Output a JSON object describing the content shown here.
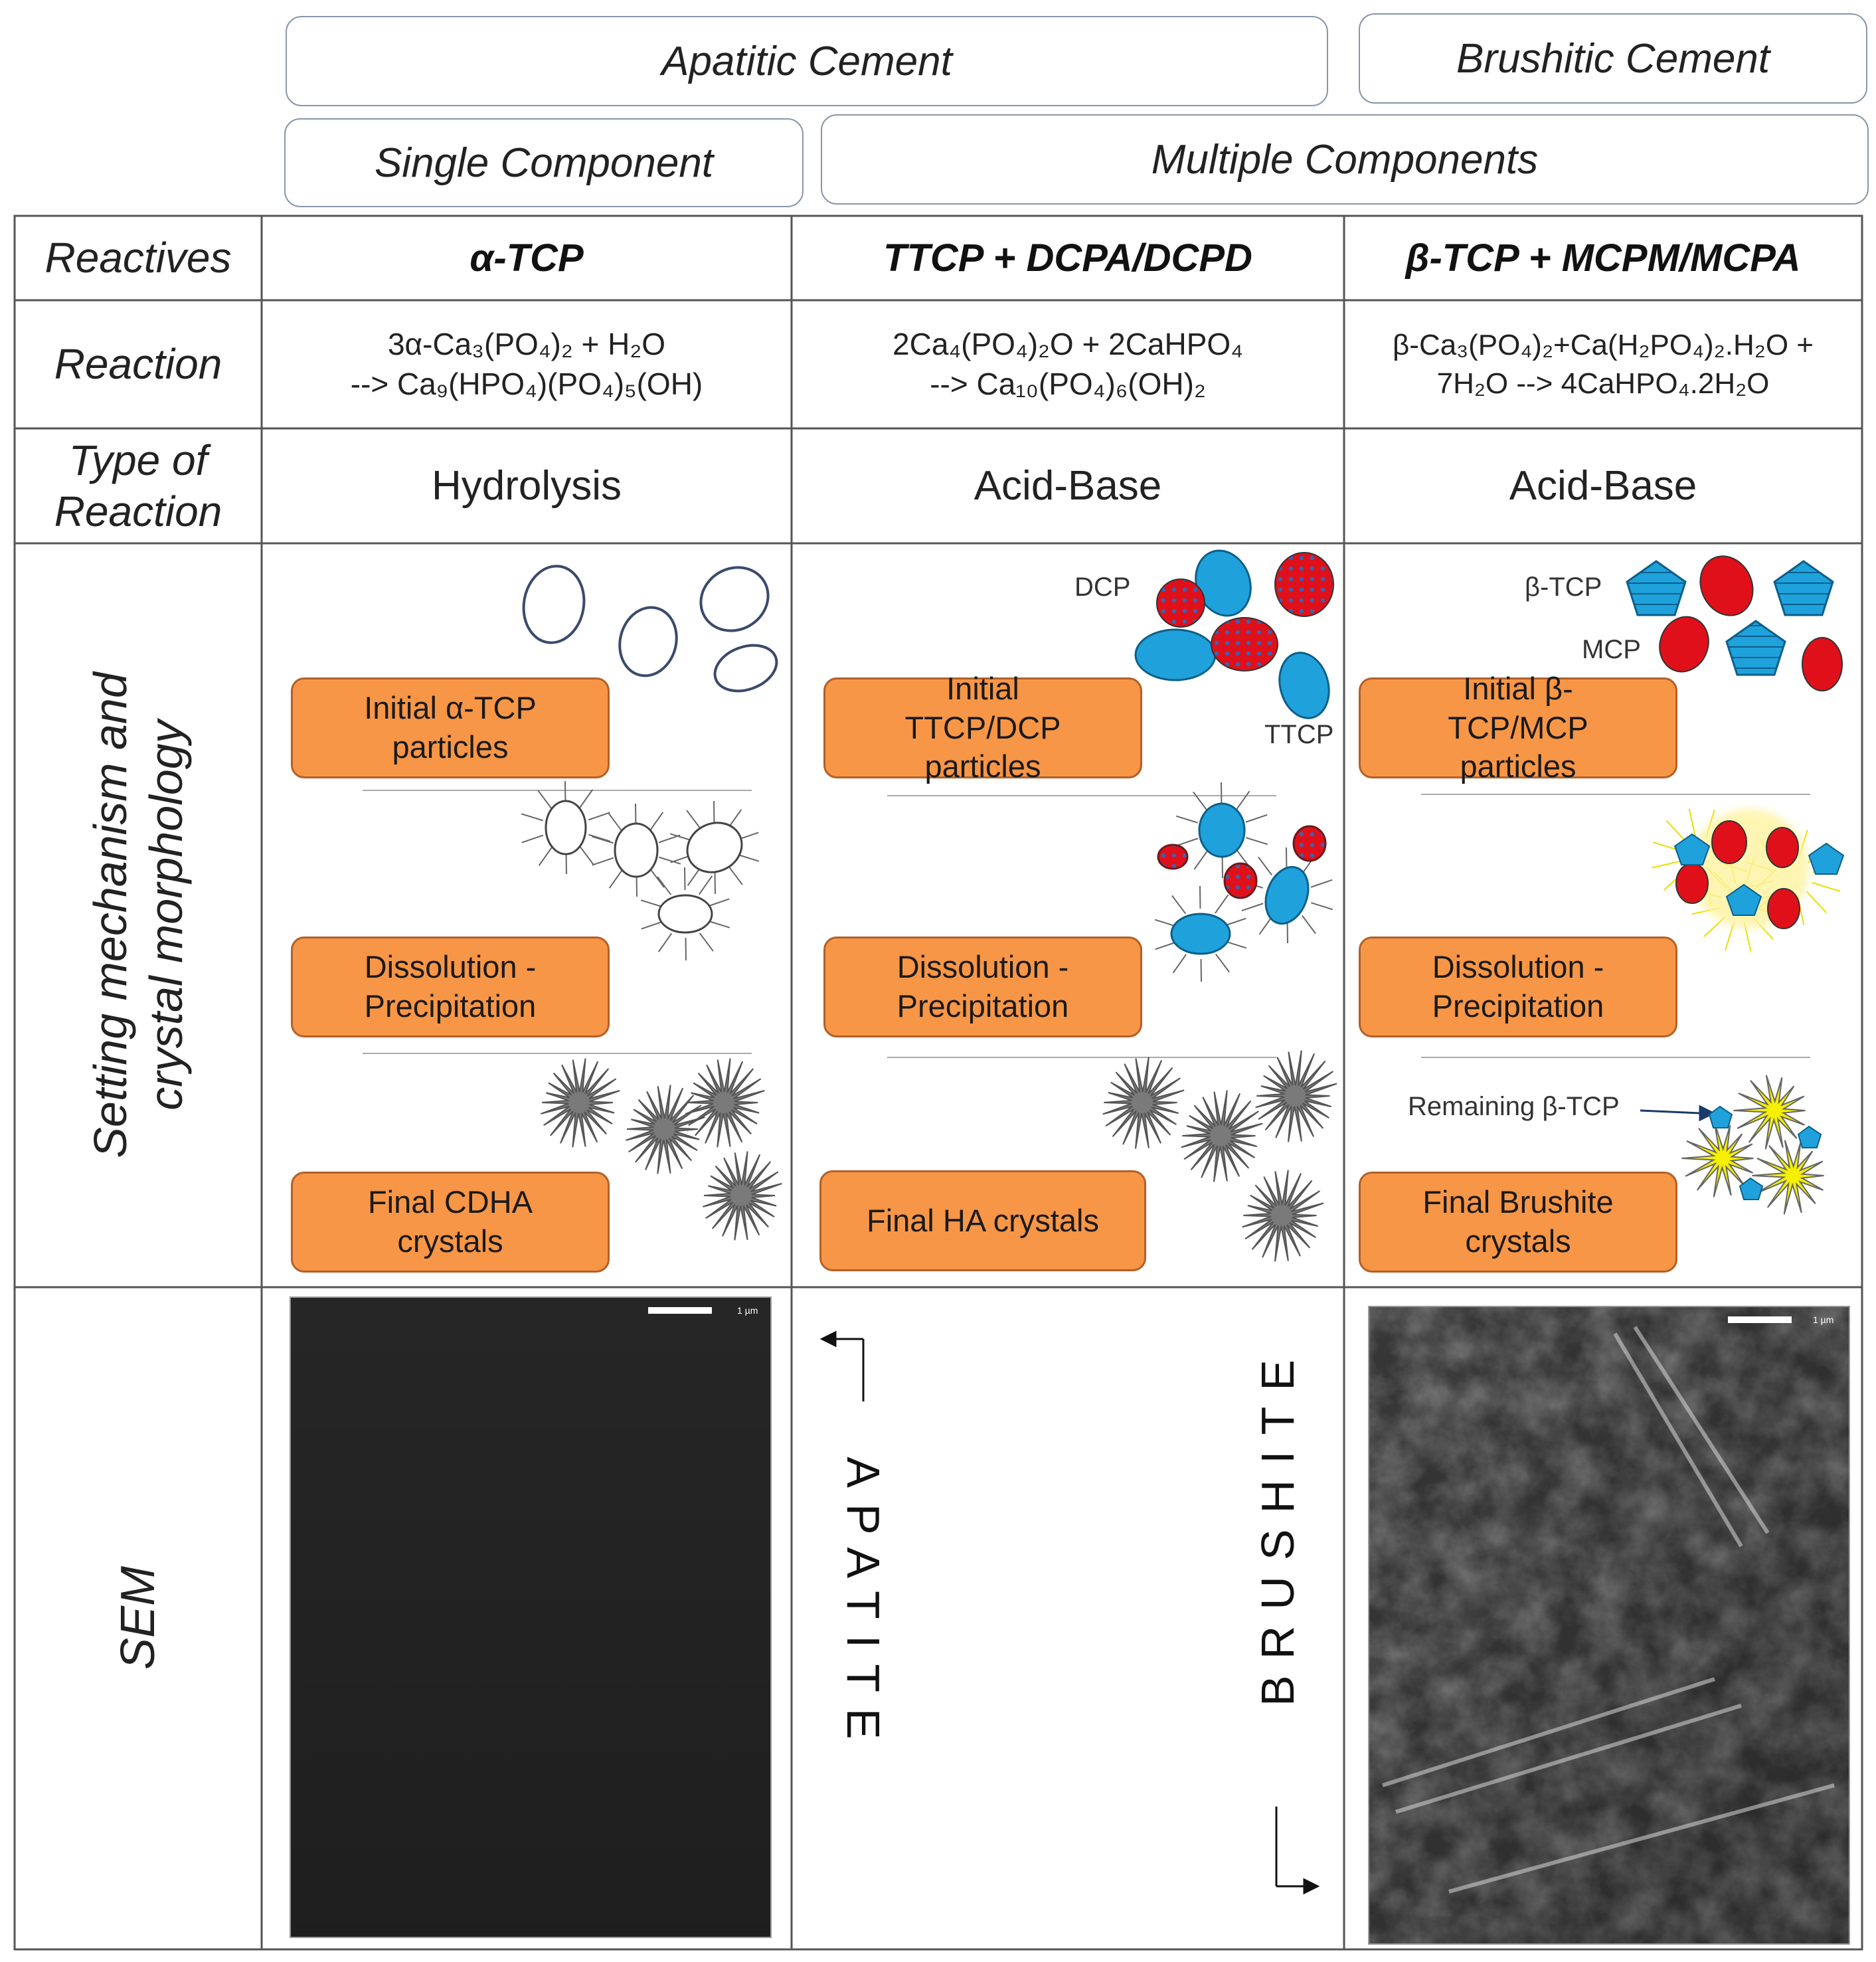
{
  "header": {
    "apatitic": "Apatitic Cement",
    "brushitic": "Brushitic Cement",
    "single": "Single Component",
    "multiple": "Multiple Components"
  },
  "row_labels": {
    "reactives": "Reactives",
    "reaction": "Reaction",
    "type_line1": "Type of",
    "type_line2": "Reaction",
    "setting_line1": "Setting mechanism and",
    "setting_line2": "crystal morphology",
    "sem": "SEM"
  },
  "columns": [
    {
      "reactives": "α-TCP",
      "reaction_line1": "3α-Ca₃(PO₄)₂ + H₂O",
      "reaction_line2": "--> Ca₉(HPO₄)(PO₄)₅(OH)",
      "type": "Hydrolysis",
      "box_initial": "Initial α-TCP particles",
      "box_dissolution": "Dissolution - Precipitation",
      "box_final": "Final CDHA crystals"
    },
    {
      "reactives": "TTCP + DCPA/DCPD",
      "reaction_line1": "2Ca₄(PO₄)₂O + 2CaHPO₄",
      "reaction_line2": "--> Ca₁₀(PO₄)₆(OH)₂",
      "type": "Acid-Base",
      "box_initial": "Initial TTCP/DCP particles",
      "box_dissolution": "Dissolution - Precipitation",
      "box_final": "Final HA crystals",
      "label_a": "DCP",
      "label_b": "TTCP"
    },
    {
      "reactives": "β-TCP + MCPM/MCPA",
      "reaction_line1": "β-Ca₃(PO₄)₂+Ca(H₂PO₄)₂.H₂O +",
      "reaction_line2": "7H₂O --> 4CaHPO₄.2H₂O",
      "type": "Acid-Base",
      "box_initial": "Initial β-TCP/MCP particles",
      "box_dissolution": "Dissolution - Precipitation",
      "box_final": "Final Brushite crystals",
      "label_a": "β-TCP",
      "label_b": "MCP",
      "label_remaining": "Remaining β-TCP"
    }
  ],
  "sem": {
    "apatite_label": "APATITE",
    "brushite_label": "BRUSHITE",
    "scale_text": "1 µm"
  },
  "colors": {
    "orange_box": "#f79646",
    "blue_particle": "#1fa2dc",
    "red_particle": "#e0101a",
    "yellow_crystal": "#f4f000",
    "grey_crystal": "#7a7a7a"
  }
}
